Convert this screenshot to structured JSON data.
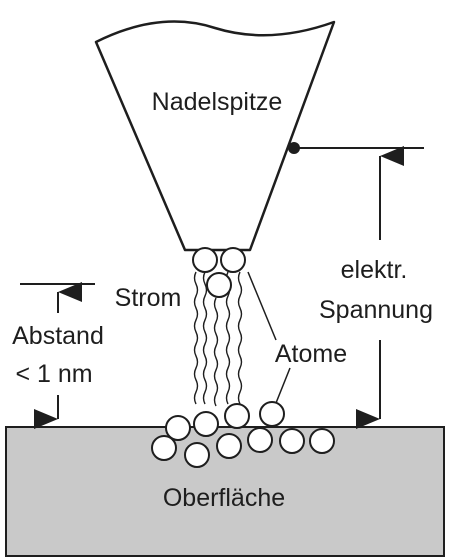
{
  "labels": {
    "needle_tip": "Nadelspitze",
    "current": "Strom",
    "distance": "Abstand",
    "distance_value": "< 1 nm",
    "voltage_line1": "elektr.",
    "voltage_line2": "Spannung",
    "atoms": "Atome",
    "surface": "Oberfläche"
  },
  "colors": {
    "surface_fill": "#c9c9c9",
    "stroke": "#1e1e1e",
    "background": "#ffffff"
  }
}
